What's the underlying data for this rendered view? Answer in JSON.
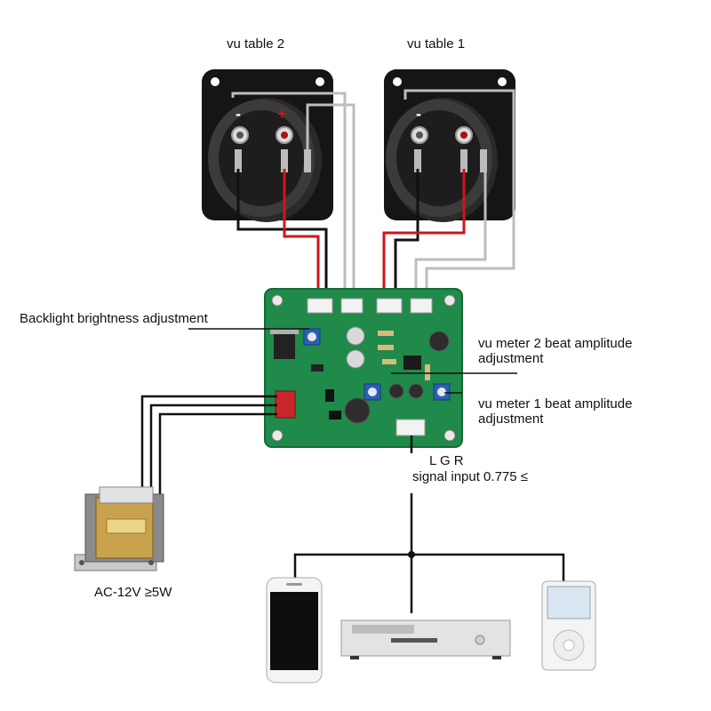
{
  "meters": {
    "meter2_title": "vu table 2",
    "meter1_title": "vu table 1",
    "minus_sign": "-",
    "plus_sign": "+"
  },
  "annotations": {
    "backlight": "Backlight brightness adjustment",
    "vu2_beat": "vu meter 2 beat amplitude adjustment",
    "vu1_beat": "vu meter 1 beat amplitude adjustment",
    "input_channels": "L G R",
    "signal_input": "signal input 0.775 ≤",
    "power": "AC-12V ≥5W"
  },
  "devices": [
    "transformer",
    "smartphone",
    "cd-player",
    "ipod"
  ],
  "colors": {
    "board": "#1f8a4a",
    "wire_red": "#d0151a",
    "wire_black": "#111111",
    "wire_gray": "#b8b8b8"
  }
}
